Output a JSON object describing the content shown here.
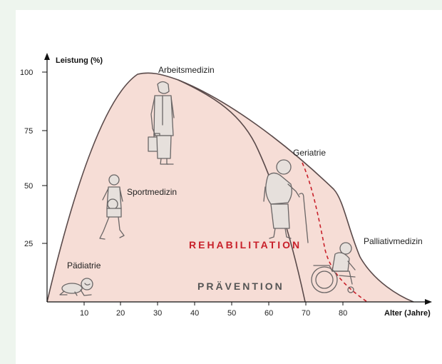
{
  "axes": {
    "y_title": "Leistung (%)",
    "x_title": "Alter (Jahre)",
    "y_ticks": [
      "25",
      "50",
      "75",
      "100"
    ],
    "x_ticks": [
      "10",
      "20",
      "30",
      "40",
      "50",
      "60",
      "70",
      "80"
    ]
  },
  "labels": {
    "arbeitsmedizin": "Arbeitsmedizin",
    "sportmedizin": "Sportmedizin",
    "paediatrie": "Pädiatrie",
    "geriatrie": "Geriatrie",
    "palliativmedizin": "Palliativmedizin",
    "rehabilitation": "REHABILITATION",
    "praevention": "PRÄVENTION"
  },
  "colors": {
    "area_fill": "#f6ddd6",
    "curve": "#5a4a4a",
    "rehab_accent": "#c8202a",
    "axis": "#111111"
  },
  "icons": [
    "crawling-baby-icon",
    "child-with-ball-icon",
    "worker-with-briefcase-icon",
    "elderly-man-with-cane-icon",
    "person-in-wheelchair-icon"
  ]
}
